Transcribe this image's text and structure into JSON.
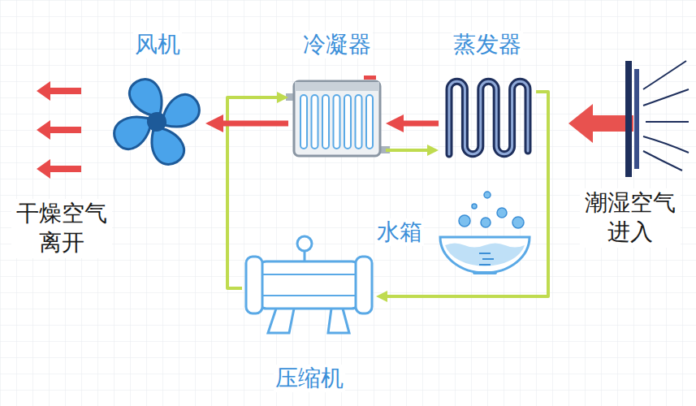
{
  "diagram": {
    "nodes": [
      {
        "text": [
          "风机"
        ]
      },
      {
        "text": [
          "冷凝器"
        ]
      },
      {
        "text": [
          "蒸发器"
        ]
      },
      {
        "text": [
          "水箱"
        ]
      },
      {
        "text": [
          "压缩机"
        ]
      }
    ],
    "edges": [
      {
        "from": 4,
        "to": 1,
        "arrow": "to"
      },
      {
        "from": 1,
        "to": 2,
        "arrow": "to"
      },
      {
        "from": 2,
        "to": 4,
        "arrow": "to"
      },
      {
        "from": 2,
        "to": 1,
        "arrow": "to"
      },
      {
        "from": 1,
        "to": 0,
        "arrow": "to"
      }
    ],
    "labels": [
      "干燥空气 离开",
      "潮湿空气 进入"
    ]
  }
}
